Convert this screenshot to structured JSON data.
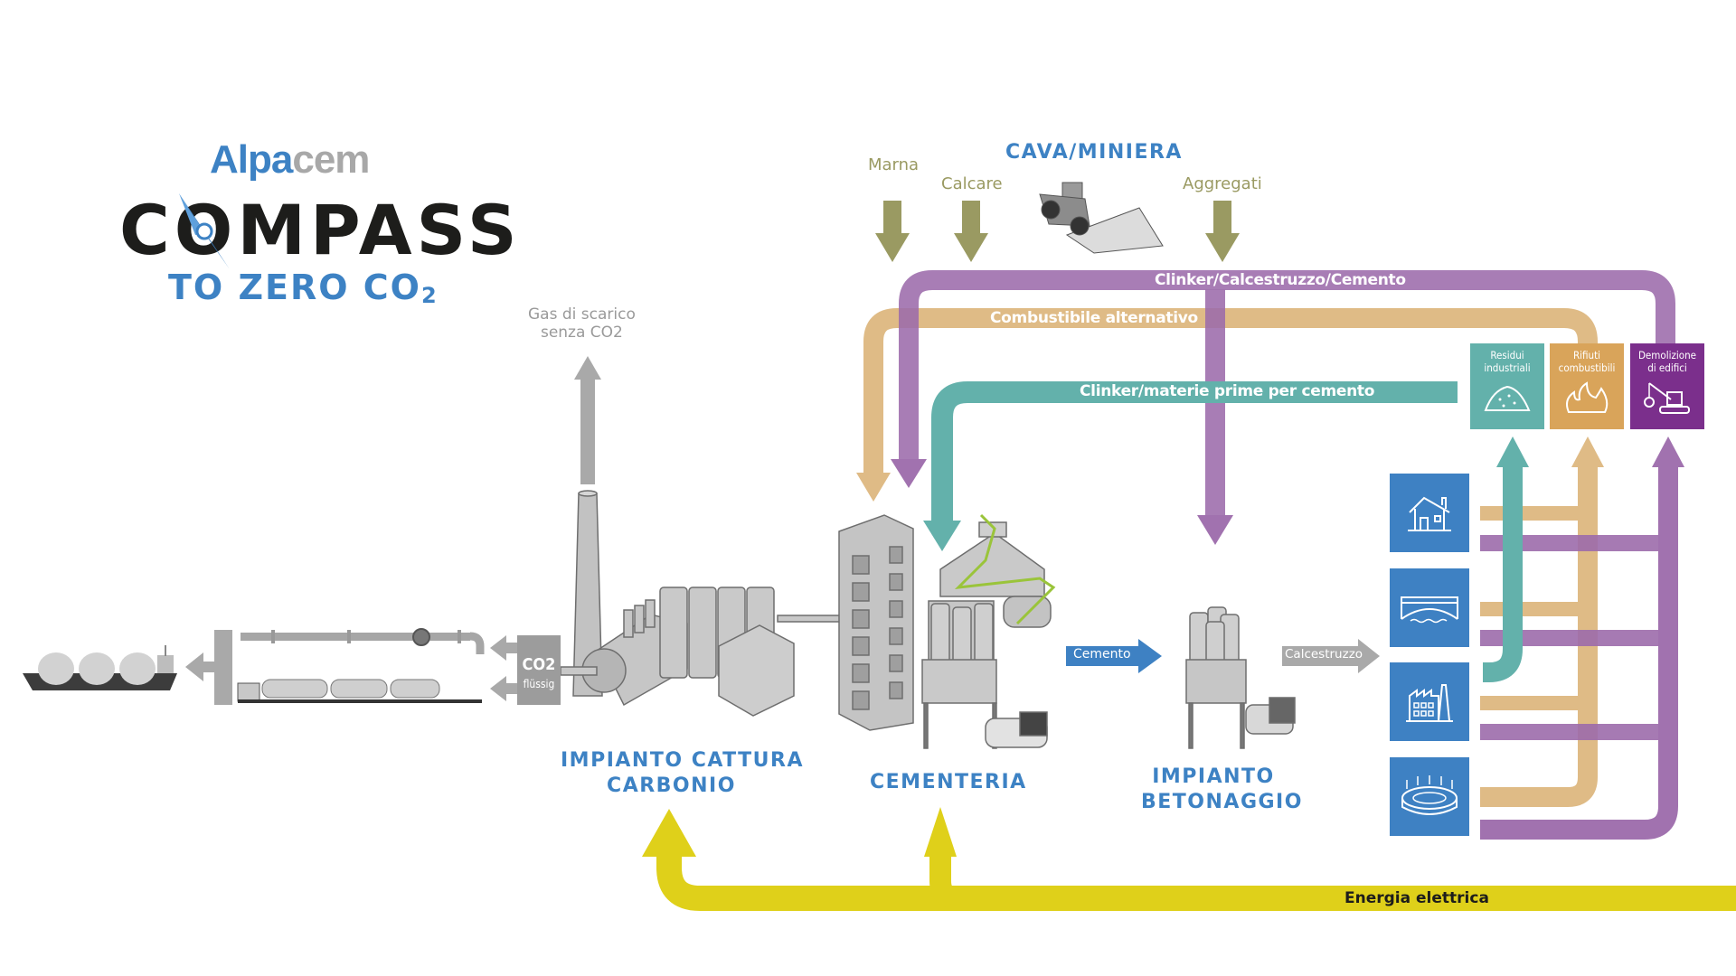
{
  "logo": {
    "brand_part1": "Alpa",
    "brand_part2": "cem",
    "product": "COMPASS",
    "tagline": "TO ZERO CO",
    "tagline_sub": "2",
    "colors": {
      "blue": "#3d82c4",
      "gray": "#a8a8a8",
      "black": "#1d1d1b"
    }
  },
  "quarry": {
    "title": "CAVA/MINIERA",
    "inputs": [
      "Marna",
      "Calcare",
      "Aggregati"
    ],
    "icon": "wheel-loader-icon"
  },
  "capture_plant": {
    "title_line1": "IMPIANTO CATTURA",
    "title_line2": "CARBONIO",
    "exhaust_line1": "Gas di scarico",
    "exhaust_line2": "senza CO2",
    "co2_label": "CO2",
    "co2_state": "flüssig"
  },
  "cement_plant": {
    "title": "CEMENTERIA"
  },
  "concrete_plant": {
    "title_line1": "IMPIANTO",
    "title_line2": "BETONAGGIO"
  },
  "flows": {
    "cement": "Cemento",
    "concrete": "Calcestruzzo",
    "clinker_concrete_cement": "Clinker/Calcestruzzo/Cemento",
    "alternative_fuel": "Combustibile alternativo",
    "clinker_raw_materials": "Clinker/materie prime per cemento",
    "electricity": "Energia elettrica"
  },
  "sources": [
    {
      "line1": "Residui",
      "line2": "industriali",
      "icon": "sand-pile-icon",
      "color": "#63b1ab"
    },
    {
      "line1": "Rifiuti",
      "line2": "combustibili",
      "icon": "fire-icon",
      "color": "#d9a45a"
    },
    {
      "line1": "Demolizione",
      "line2": "di edifici",
      "icon": "wrecking-crane-icon",
      "color": "#7b2f8c"
    }
  ],
  "uses": [
    {
      "icon": "house-icon"
    },
    {
      "icon": "bridge-icon"
    },
    {
      "icon": "factory-icon"
    },
    {
      "icon": "stadium-icon"
    }
  ],
  "colors": {
    "purple": "#9c6bab",
    "orange": "#dfbb86",
    "teal": "#63b1ab",
    "yellow": "#dfd01a",
    "olive": "#9a9a62",
    "blue": "#3e81c3",
    "gray": "#9c9c9c"
  }
}
